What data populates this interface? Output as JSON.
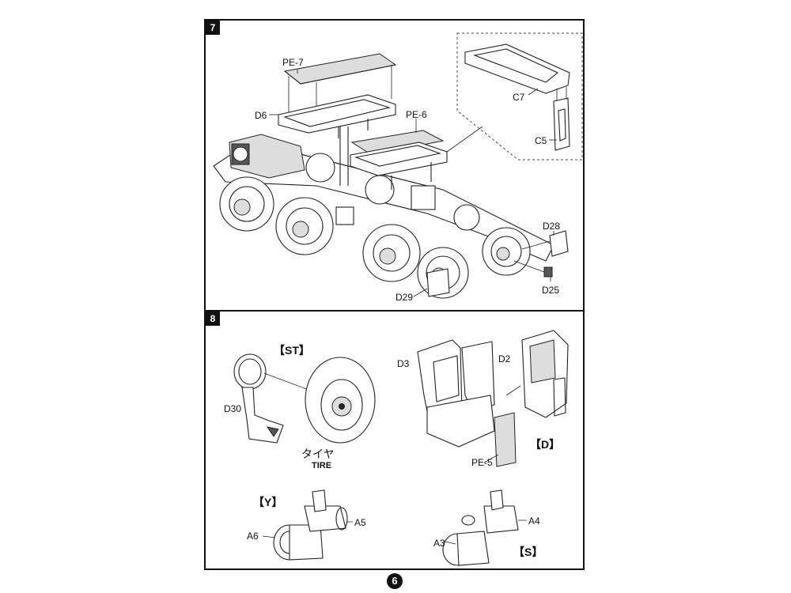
{
  "steps": [
    {
      "number": "7",
      "labels": {
        "pe7": "PE-7",
        "d6": "D6",
        "pe6": "PE-6",
        "c7": "C7",
        "c5": "C5",
        "d28": "D28",
        "d25": "D25",
        "d29": "D29"
      }
    },
    {
      "number": "8",
      "labels": {
        "st": "【ST】",
        "d30": "D30",
        "tire_jp": "タイヤ",
        "tire_en": "TIRE",
        "d3": "D3",
        "d2": "D2",
        "d": "【D】",
        "pe5": "PE-5",
        "y": "【Y】",
        "a5": "A5",
        "a6": "A6",
        "a4": "A4",
        "a3": "A3",
        "s": "【S】"
      }
    }
  ],
  "page_number": "6"
}
